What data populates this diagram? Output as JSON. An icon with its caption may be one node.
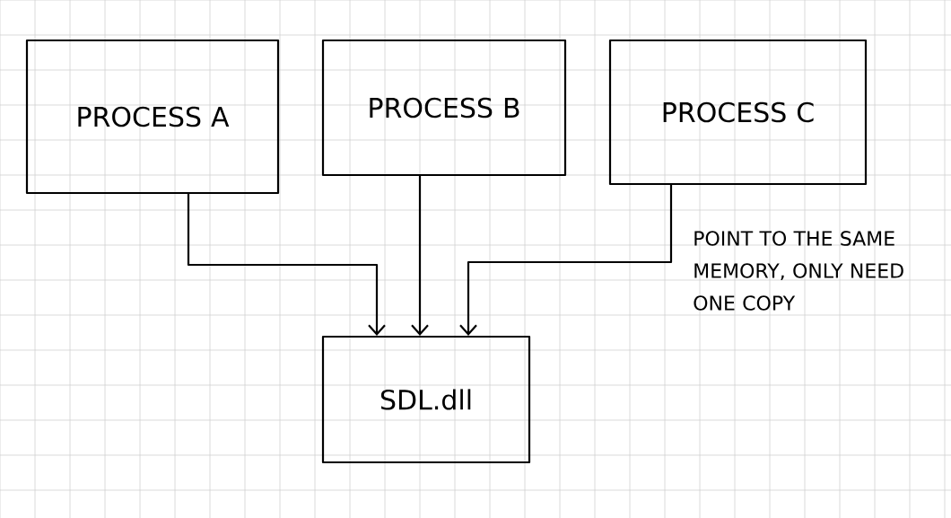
{
  "diagram": {
    "nodes": [
      {
        "text": [
          "PROCESS A"
        ]
      },
      {
        "text": [
          "PROCESS B"
        ]
      },
      {
        "text": [
          "PROCESS C"
        ]
      },
      {
        "text": [
          "SDL.dll"
        ]
      }
    ],
    "edges": [
      {
        "from": 0,
        "to": 3,
        "arrow": "to"
      },
      {
        "from": 1,
        "to": 3,
        "arrow": "to"
      },
      {
        "from": 2,
        "to": 3,
        "arrow": "to"
      }
    ],
    "labels": [
      "POINT TO THE SAME MEMORY, ONLY NEED ONE COPY"
    ]
  }
}
